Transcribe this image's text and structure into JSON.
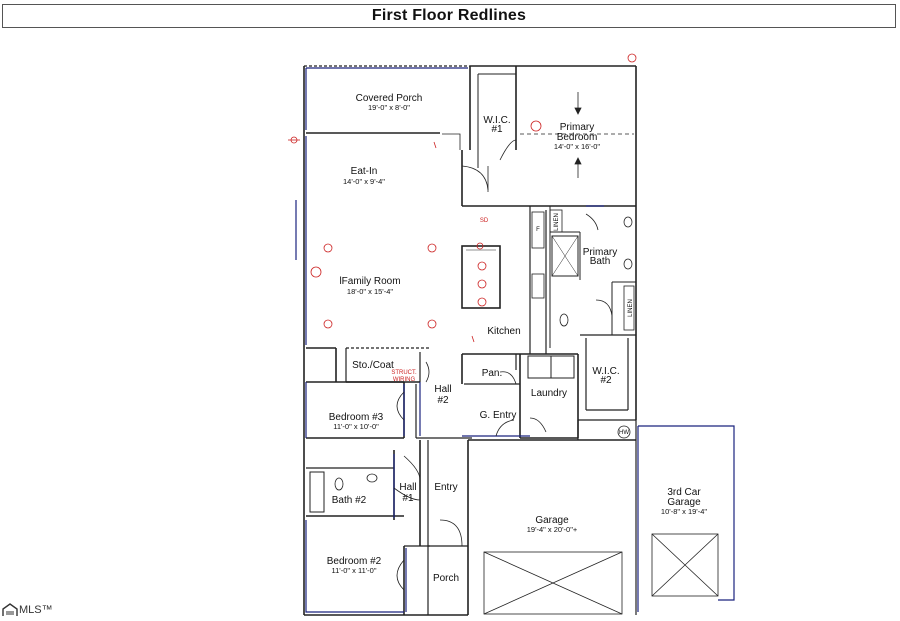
{
  "title": "First Floor Redlines",
  "watermark": "MLS™",
  "rooms": {
    "covered_porch": {
      "name": "Covered Porch",
      "dim": "19'-0\" x 8'-0\""
    },
    "wic1": {
      "name": "W.I.C.",
      "num": "#1"
    },
    "primary_bedroom": {
      "name1": "Primary",
      "name2": "Bedroom",
      "dim": "14'-0\" x 16'-0\""
    },
    "eat_in": {
      "name": "Eat-In",
      "dim": "14'-0\" x 9'-4\""
    },
    "family_room": {
      "name": "lFamily Room",
      "dim": "18'-0\" x 15'-4\""
    },
    "kitchen": {
      "name": "Kitchen"
    },
    "primary_bath": {
      "name1": "Primary",
      "name2": "Bath"
    },
    "sto_coat": {
      "name": "Sto./Coat"
    },
    "struct_wiring": {
      "line1": "STRUCT.",
      "line2": "WIRING"
    },
    "pantry": {
      "name": "Pan."
    },
    "laundry": {
      "name": "Laundry"
    },
    "wic2": {
      "name": "W.I.C.",
      "num": "#2"
    },
    "hall2": {
      "name": "Hall",
      "num": "#2"
    },
    "bedroom3": {
      "name": "Bedroom #3",
      "dim": "11'-0\" x 10'-0\""
    },
    "g_entry": {
      "name": "G. Entry"
    },
    "bath2": {
      "name": "Bath #2"
    },
    "hall1": {
      "name": "Hall",
      "num": "#1"
    },
    "entry": {
      "name": "Entry"
    },
    "garage": {
      "name": "Garage",
      "dim": "19'-4\" x 20'-0\"+"
    },
    "third_car": {
      "name1": "3rd Car",
      "name2": "Garage",
      "dim": "10'-8\" x 19'-4\""
    },
    "bedroom2": {
      "name": "Bedroom #2",
      "dim": "11'-0\" x 11'-0\""
    },
    "porch": {
      "name": "Porch"
    }
  },
  "fixtures": {
    "linen1": "LINEN",
    "linen2": "LINEN",
    "hw": "HW",
    "fridge": "F",
    "smoke": "SD"
  },
  "colors": {
    "wall": "#222222",
    "blue": "#1a237e",
    "red": "#cc2222"
  }
}
